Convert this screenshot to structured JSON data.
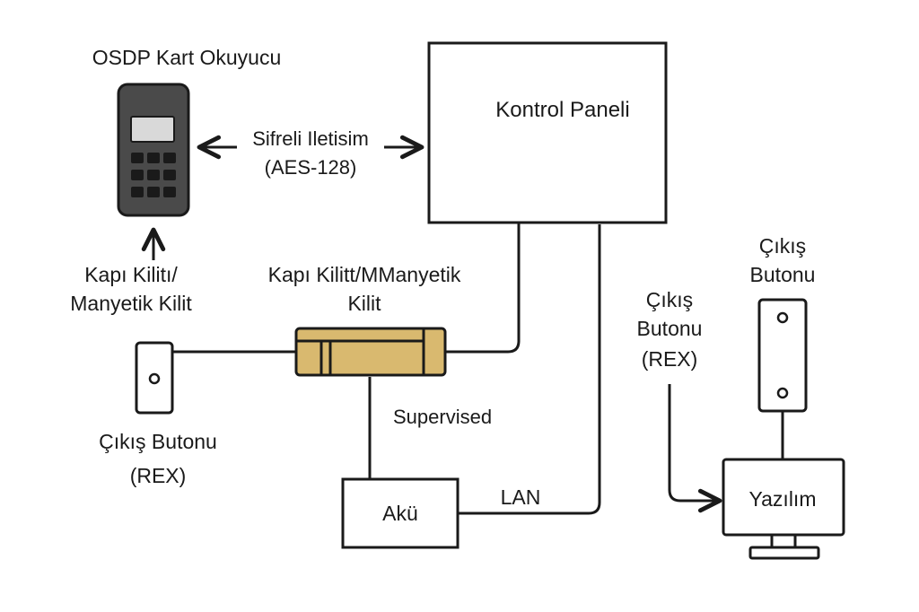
{
  "colors": {
    "stroke": "#1a1a1a",
    "reader_body": "#4a4a4a",
    "reader_screen": "#d9d9d9",
    "reader_key": "#1a1a1a",
    "lock_fill": "#d9b96f",
    "box_fill": "#ffffff"
  },
  "labels": {
    "reader_title": "OSDP Kart Okuyucu",
    "encrypted_line1": "Sifreli Iletisim",
    "encrypted_line2": "(AES-128)",
    "control_panel": "Kontrol Paneli",
    "left_lock_line1": "Kapı Kilitı/",
    "left_lock_line2": "Manyetik Kilit",
    "center_lock_line1": "Kapı Kilitt/MManyetik",
    "center_lock_line2": "Kilit",
    "left_rex_line1": "Çıkış Butonu",
    "left_rex_line2": "(REX)",
    "supervised": "Supervised",
    "battery": "Akü",
    "lan": "LAN",
    "mid_rex_line1": "Çıkış",
    "mid_rex_line2": "Butonu",
    "mid_rex_line3": "(REX)",
    "right_exit_line1": "Çıkış",
    "right_exit_line2": "Butonu",
    "software": "Yazılım"
  }
}
